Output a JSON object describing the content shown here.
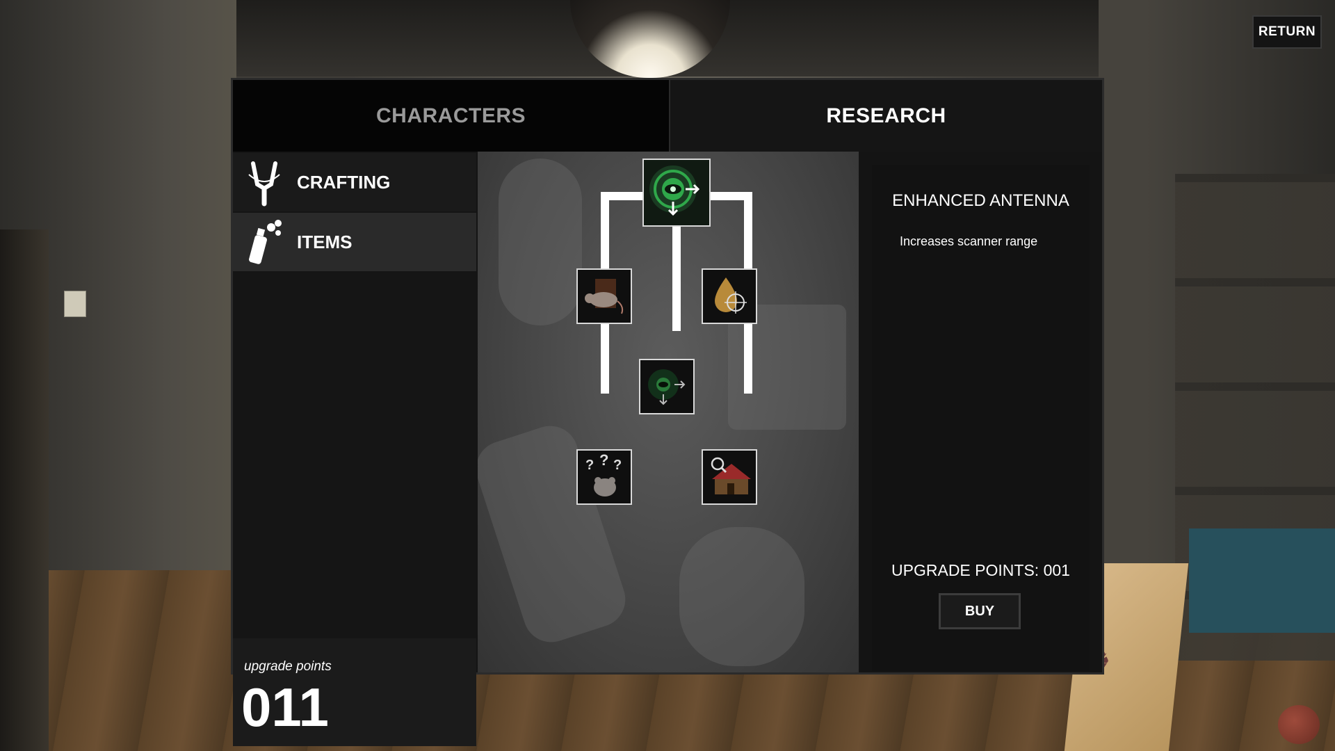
{
  "header": {
    "return_label": "RETURN"
  },
  "tabs": [
    {
      "label": "CHARACTERS",
      "active": false
    },
    {
      "label": "RESEARCH",
      "active": true
    }
  ],
  "sidebar": {
    "items": [
      {
        "label": "CRAFTING",
        "icon": "slingshot-icon",
        "selected": false
      },
      {
        "label": "ITEMS",
        "icon": "spray-can-icon",
        "selected": true
      }
    ],
    "upgrade_points_caption": "upgrade points",
    "upgrade_points_value": "011"
  },
  "research_tree": {
    "nodes": [
      {
        "id": "enhanced-antenna",
        "icon": "radar-eye-icon",
        "selected": true
      },
      {
        "id": "rat-node",
        "icon": "rat-icon"
      },
      {
        "id": "target-node",
        "icon": "target-drop-icon"
      },
      {
        "id": "radar-node",
        "icon": "radar-eye-icon"
      },
      {
        "id": "mystery-rat-node",
        "icon": "question-rat-icon"
      },
      {
        "id": "house-search-node",
        "icon": "house-search-icon"
      }
    ]
  },
  "details": {
    "title": "ENHANCED ANTENNA",
    "description": "Increases scanner range",
    "cost_label": "UPGRADE POINTS: 001",
    "buy_label": "BUY"
  },
  "colors": {
    "panel": "#141414",
    "accent_green": "#2fa84a",
    "text": "#ffffff",
    "inactive_tab_text": "#9a9a9a"
  }
}
